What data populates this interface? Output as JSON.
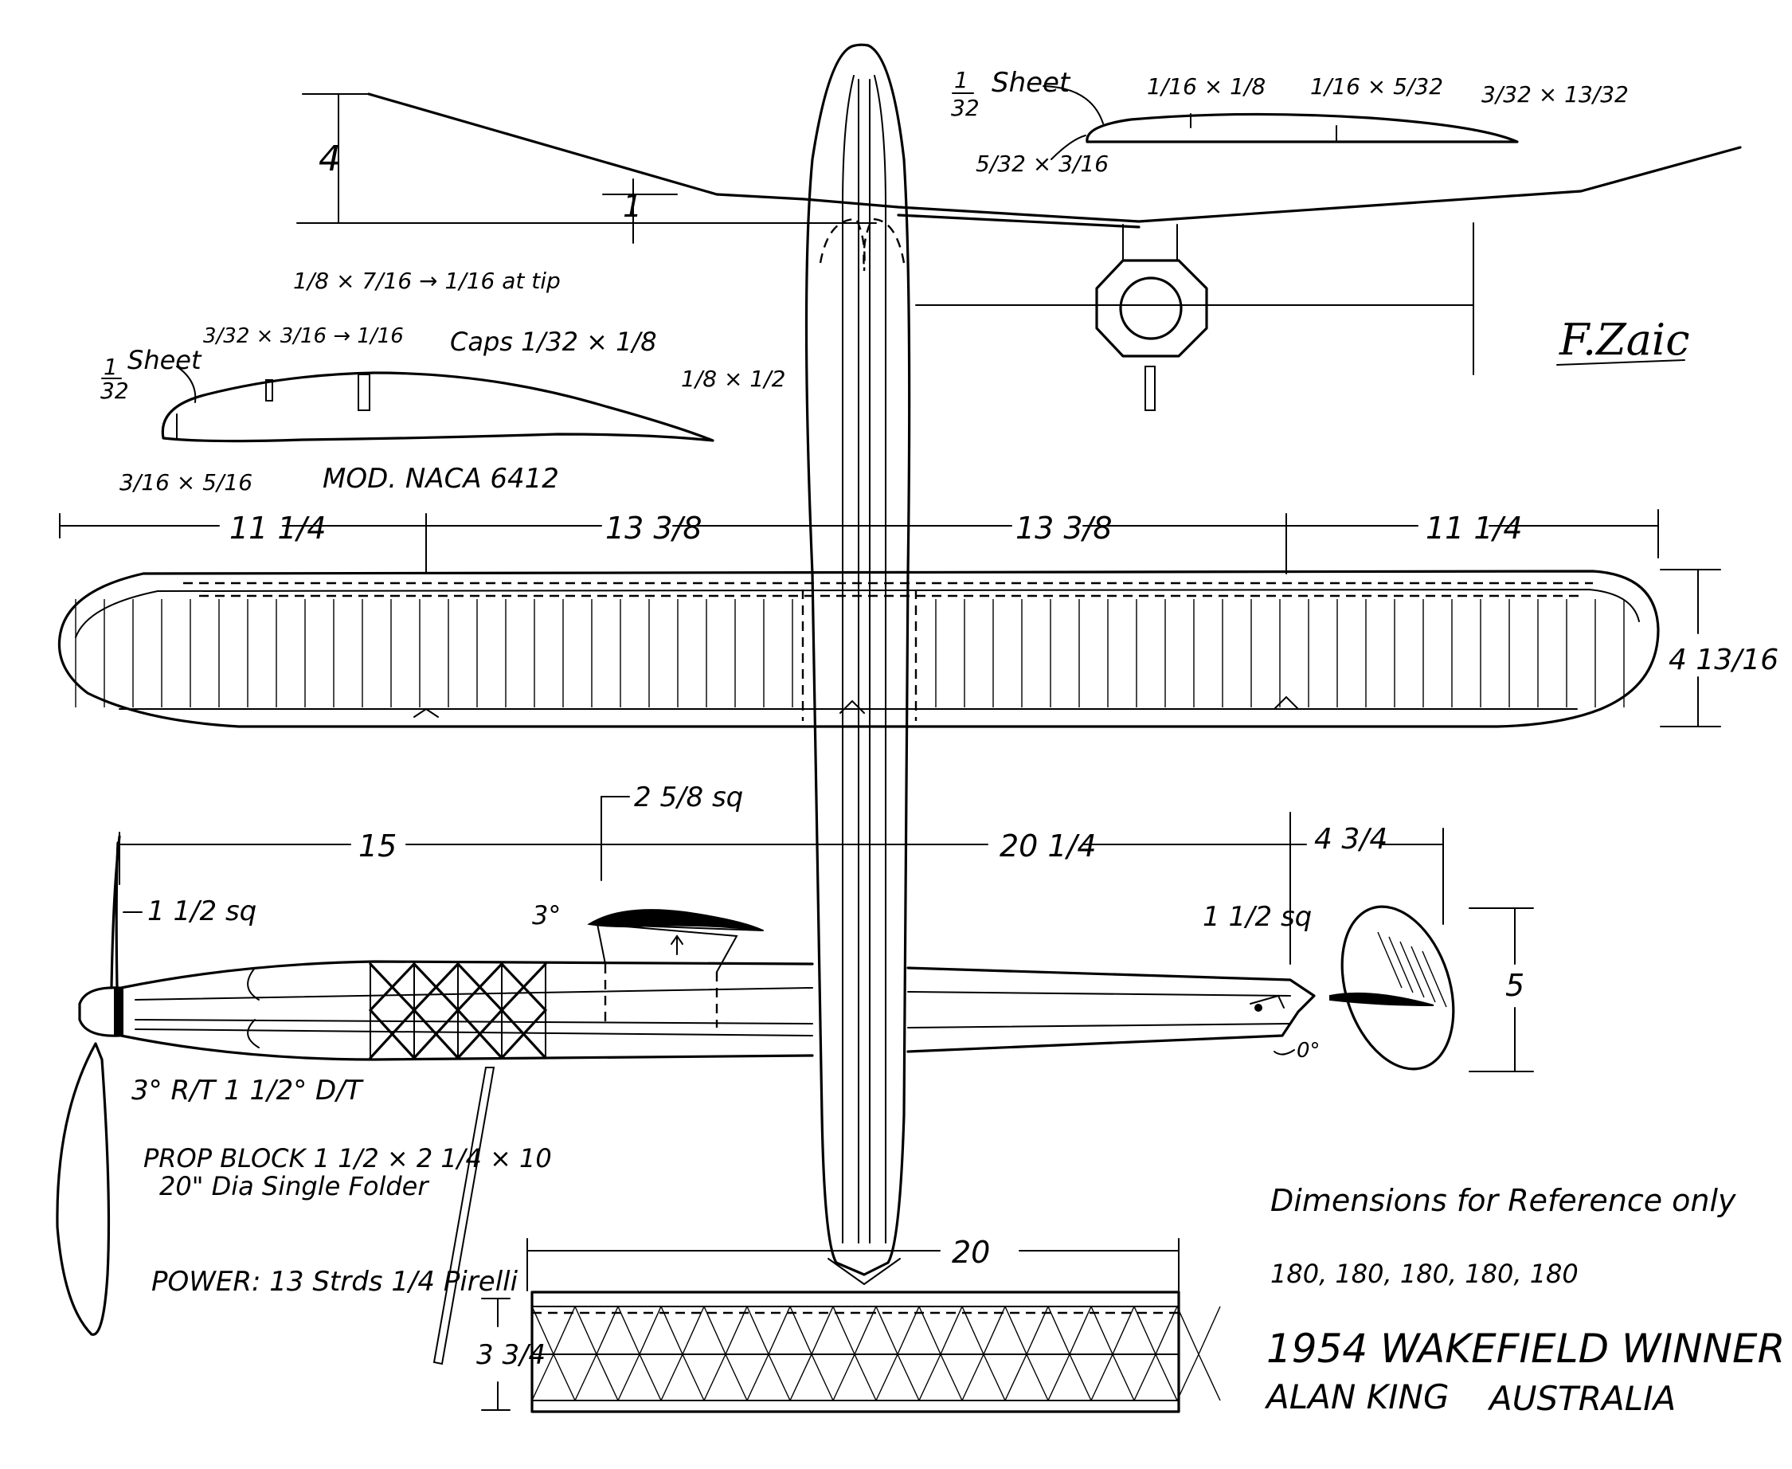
{
  "dihedral_view": {
    "tip_height": "4",
    "center_mark": "1"
  },
  "tip_rib_section": {
    "sheet": {
      "num": "1",
      "den": "32",
      "word": "Sheet"
    },
    "spar1": "1/16 × 1/8",
    "spar2": "1/16 × 5/32",
    "trailing_edge": "3/32 × 13/32",
    "leading_edge": "5/32 × 3/16"
  },
  "root_rib_section": {
    "spar_note": "1/8 × 7/16 → 1/16 at tip",
    "sheet": {
      "num": "1",
      "den": "32",
      "word": "Sheet"
    },
    "spar2": "3/32 × 3/16 → 1/16",
    "caps": "Caps 1/32 × 1/8",
    "trailing_edge": "1/8 × 1/2",
    "leading_edge": "3/16 × 5/16",
    "airfoil": "MOD. NACA 6412"
  },
  "signature": "F.Zaic",
  "wing_spans": [
    "11 1/4",
    "13 3/8",
    "13 3/8",
    "11 1/4"
  ],
  "wing_chord": "4 13/16",
  "side_view": {
    "nose_length": "15",
    "tail_moment": "20 1/4",
    "tail_chord": "4 3/4",
    "pylon_section": "2 5/8 sq",
    "front_section": "1 1/2 sq",
    "rear_section": "1 1/2 sq",
    "pylon_incidence": "3°",
    "fin_height": "5",
    "tail_incidence": "0°",
    "thrust": "3° R/T   1 1/2° D/T",
    "prop_block": "PROP BLOCK 1 1/2 × 2 1/4 × 10",
    "prop": "20\" Dia Single Folder",
    "power": "POWER: 13 Strds 1/4 Pirelli"
  },
  "stabilizer": {
    "span": "20",
    "chord": "3 3/4"
  },
  "reference_note": "Dimensions for Reference only",
  "series": "180, 180, 180, 180, 180",
  "title": "1954 WAKEFIELD WINNER",
  "designer": "ALAN KING",
  "country": "AUSTRALIA"
}
